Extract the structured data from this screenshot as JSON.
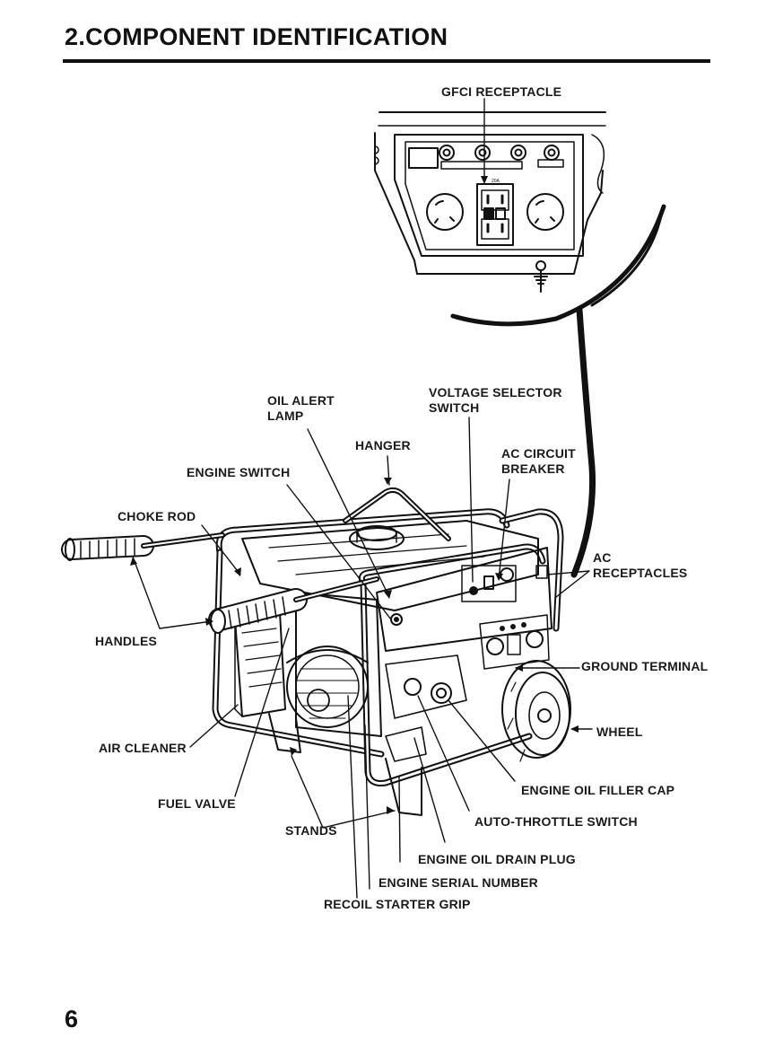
{
  "header": {
    "title": "2.COMPONENT IDENTIFICATION"
  },
  "labels": {
    "gfci_receptacle": "GFCI RECEPTACLE",
    "oil_alert_lamp": "OIL ALERT\nLAMP",
    "voltage_selector_switch": "VOLTAGE SELECTOR\nSWITCH",
    "hanger": "HANGER",
    "ac_circuit_breaker": "AC CIRCUIT\nBREAKER",
    "engine_switch": "ENGINE SWITCH",
    "choke_rod": "CHOKE ROD",
    "ac_receptacles": "AC\nRECEPTACLES",
    "handles": "HANDLES",
    "ground_terminal": "GROUND TERMINAL",
    "wheel": "WHEEL",
    "air_cleaner": "AIR CLEANER",
    "engine_oil_filler_cap": "ENGINE OIL FILLER CAP",
    "fuel_valve": "FUEL VALVE",
    "auto_throttle_switch": "AUTO-THROTTLE SWITCH",
    "stands": "STANDS",
    "engine_oil_drain_plug": "ENGINE OIL DRAIN PLUG",
    "engine_serial_number": "ENGINE SERIAL NUMBER",
    "recoil_starter_grip": "RECOIL STARTER GRIP"
  },
  "panel_marking": "20A",
  "footer": {
    "page_number": "6"
  }
}
